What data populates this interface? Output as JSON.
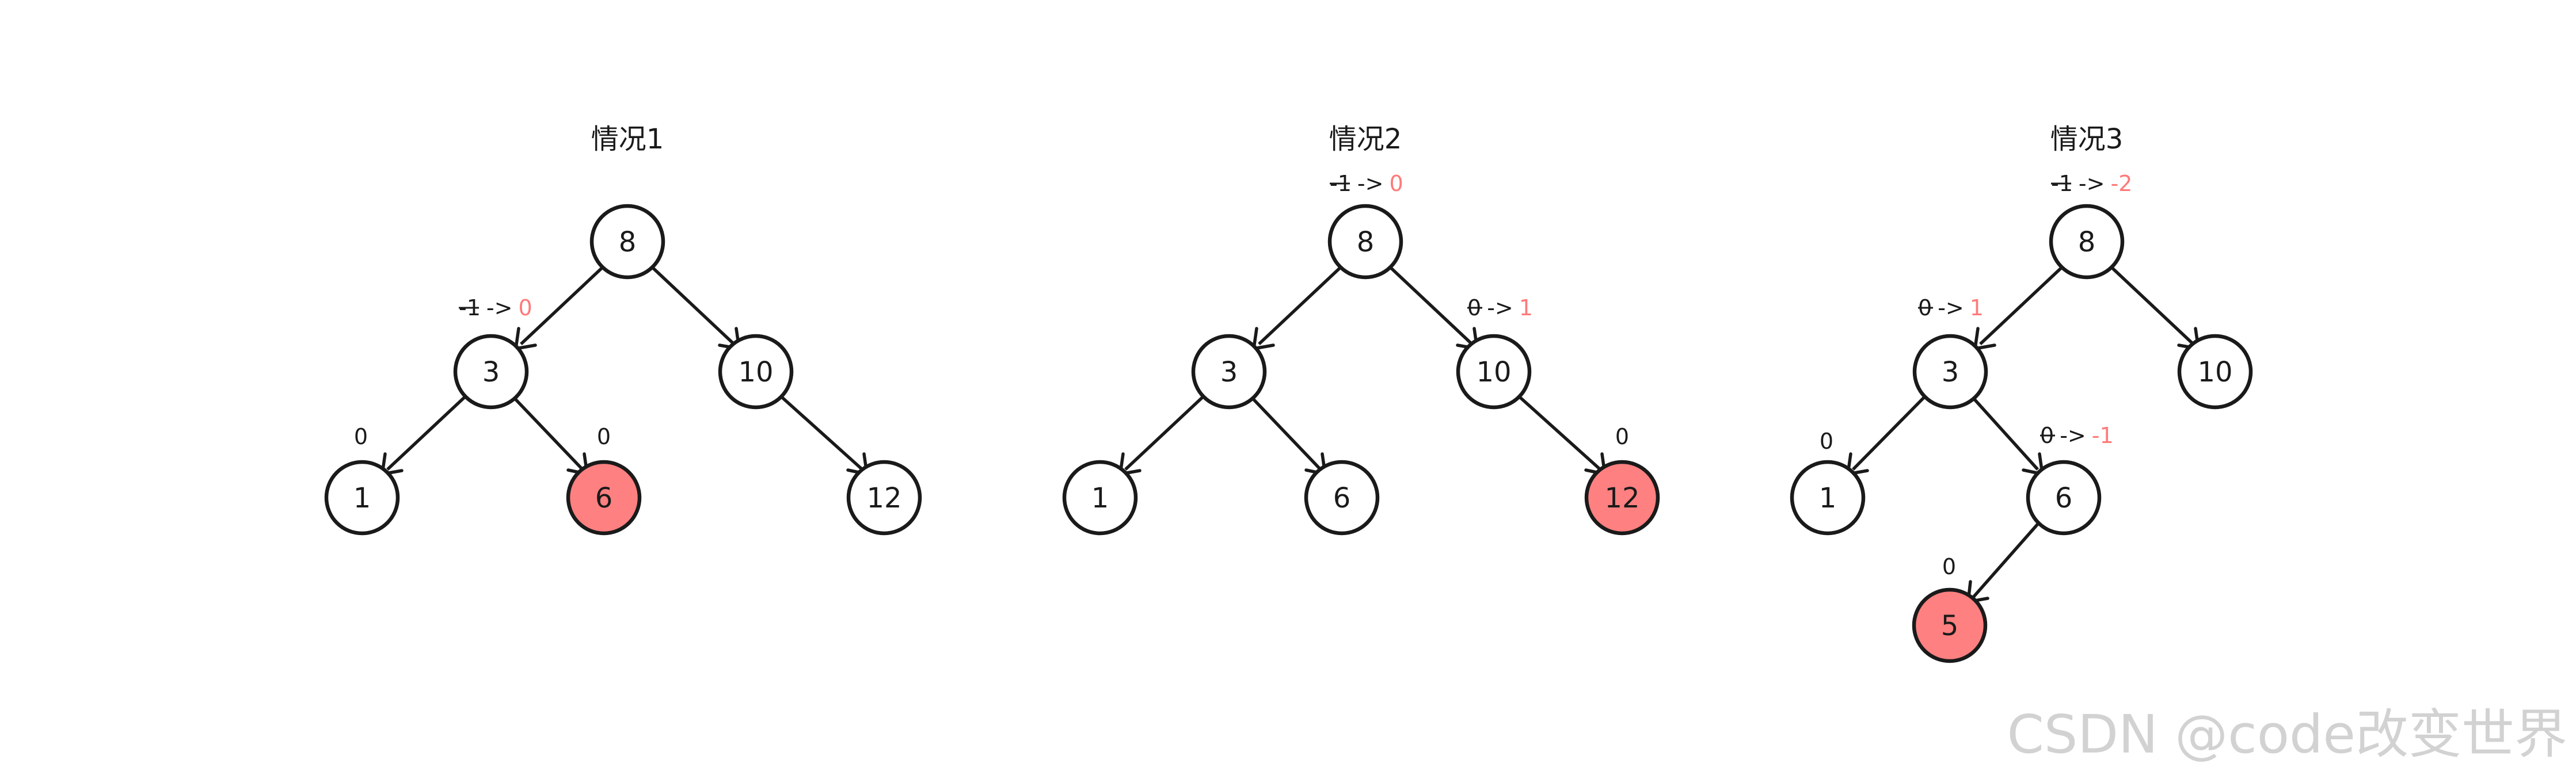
{
  "colors": {
    "highlight": "#ff8080",
    "node_fill": "#ffffff",
    "stroke": "#1a1a1a",
    "changed_value": "#ff7a7a",
    "watermark": "#d2d2d2"
  },
  "diagrams": [
    {
      "title": "情况1",
      "nodes": [
        {
          "id": "d1n8",
          "label": "8",
          "highlight": false
        },
        {
          "id": "d1n3",
          "label": "3",
          "highlight": false
        },
        {
          "id": "d1n10",
          "label": "10",
          "highlight": false
        },
        {
          "id": "d1n1",
          "label": "1",
          "highlight": false
        },
        {
          "id": "d1n6",
          "label": "6",
          "highlight": true
        },
        {
          "id": "d1n12",
          "label": "12",
          "highlight": false
        }
      ],
      "edges": [
        {
          "from": "d1n8",
          "to": "d1n3"
        },
        {
          "from": "d1n8",
          "to": "d1n10"
        },
        {
          "from": "d1n3",
          "to": "d1n1"
        },
        {
          "from": "d1n3",
          "to": "d1n6"
        },
        {
          "from": "d1n10",
          "to": "d1n12"
        }
      ],
      "balance_labels": [
        {
          "node": "d1n3",
          "old": "-1",
          "arrow": "->",
          "new": "0",
          "struck": true
        },
        {
          "node": "d1n1",
          "old": "0",
          "arrow": "",
          "new": "",
          "struck": false
        },
        {
          "node": "d1n6",
          "old": "0",
          "arrow": "",
          "new": "",
          "struck": false
        }
      ]
    },
    {
      "title": "情况2",
      "nodes": [
        {
          "id": "d2n8",
          "label": "8",
          "highlight": false
        },
        {
          "id": "d2n3",
          "label": "3",
          "highlight": false
        },
        {
          "id": "d2n10",
          "label": "10",
          "highlight": false
        },
        {
          "id": "d2n1",
          "label": "1",
          "highlight": false
        },
        {
          "id": "d2n6",
          "label": "6",
          "highlight": false
        },
        {
          "id": "d2n12",
          "label": "12",
          "highlight": true
        }
      ],
      "edges": [
        {
          "from": "d2n8",
          "to": "d2n3"
        },
        {
          "from": "d2n8",
          "to": "d2n10"
        },
        {
          "from": "d2n3",
          "to": "d2n1"
        },
        {
          "from": "d2n3",
          "to": "d2n6"
        },
        {
          "from": "d2n10",
          "to": "d2n12"
        }
      ],
      "balance_labels": [
        {
          "node": "d2n8",
          "old": "-1",
          "arrow": "->",
          "new": "0",
          "struck": true
        },
        {
          "node": "d2n10",
          "old": "0",
          "arrow": "->",
          "new": "1",
          "struck": true
        },
        {
          "node": "d2n12",
          "old": "0",
          "arrow": "",
          "new": "",
          "struck": false
        }
      ]
    },
    {
      "title": "情况3",
      "nodes": [
        {
          "id": "d3n8",
          "label": "8",
          "highlight": false
        },
        {
          "id": "d3n3",
          "label": "3",
          "highlight": false
        },
        {
          "id": "d3n10",
          "label": "10",
          "highlight": false
        },
        {
          "id": "d3n1",
          "label": "1",
          "highlight": false
        },
        {
          "id": "d3n6",
          "label": "6",
          "highlight": false
        },
        {
          "id": "d3n5",
          "label": "5",
          "highlight": true
        }
      ],
      "edges": [
        {
          "from": "d3n8",
          "to": "d3n3"
        },
        {
          "from": "d3n8",
          "to": "d3n10"
        },
        {
          "from": "d3n3",
          "to": "d3n1"
        },
        {
          "from": "d3n3",
          "to": "d3n6"
        },
        {
          "from": "d3n6",
          "to": "d3n5"
        }
      ],
      "balance_labels": [
        {
          "node": "d3n8",
          "old": "-1",
          "arrow": "->",
          "new": "-2",
          "struck": true
        },
        {
          "node": "d3n3",
          "old": "0",
          "arrow": "->",
          "new": "1",
          "struck": true
        },
        {
          "node": "d3n6",
          "old": "0",
          "arrow": "->",
          "new": "-1",
          "struck": true
        },
        {
          "node": "d3n1",
          "old": "0",
          "arrow": "",
          "new": "",
          "struck": false
        },
        {
          "node": "d3n5",
          "old": "0",
          "arrow": "",
          "new": "",
          "struck": false
        }
      ]
    }
  ],
  "watermark": "CSDN @code改变世界"
}
